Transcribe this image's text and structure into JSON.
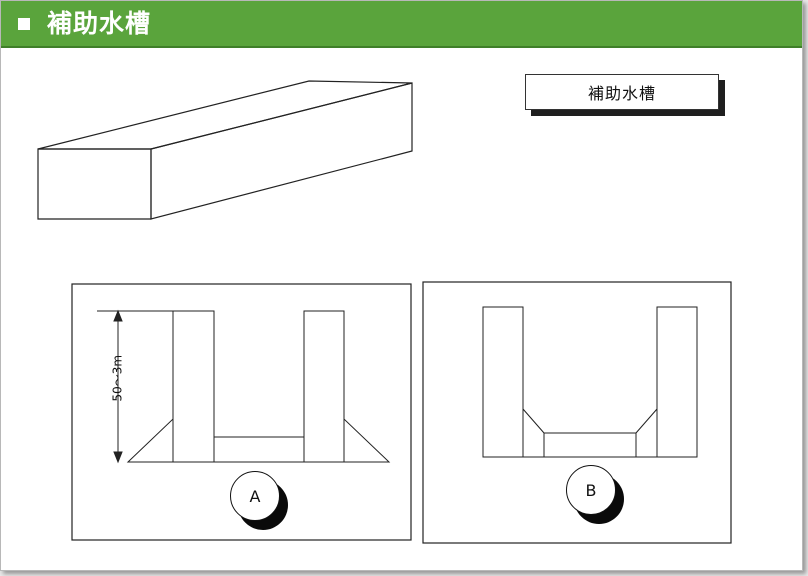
{
  "header": {
    "title": "補助水槽",
    "accent_color": "#5aa43c"
  },
  "label": "補助水槽",
  "dimension": "50〜3m",
  "panels": {
    "a": {
      "label": "A"
    },
    "b": {
      "label": "B"
    }
  }
}
